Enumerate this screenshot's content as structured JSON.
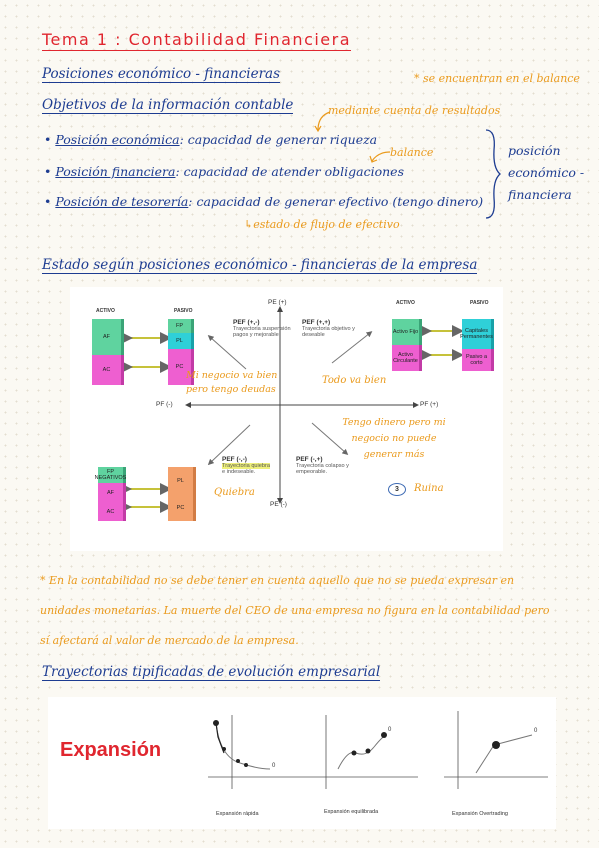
{
  "title": "Tema 1 : Contabilidad Financiera",
  "section1": {
    "heading": "Posiciones económico - financieras",
    "subheading": "Objetivos de la información contable",
    "note_top": "* se encuentran en el balance",
    "note_results": "mediante cuenta de resultados",
    "items": [
      {
        "label": "Posición económica",
        "text": ": capacidad de generar riqueza"
      },
      {
        "label": "Posición financiera",
        "text": ": capacidad de atender obligaciones"
      },
      {
        "label": "Posición de tesorería",
        "text": ": capacidad de generar efectivo (tengo dinero)"
      }
    ],
    "note_balance": "balance",
    "note_flow": "estado de flujo de efectivo",
    "brace_label": "posición económico - financiera"
  },
  "section2": {
    "heading": "Estado según posiciones económico - financieras de la empresa",
    "diagram": {
      "axis_top": "PE (+)",
      "axis_bottom": "PE (-)",
      "axis_left": "PF (-)",
      "axis_right": "PF (+)",
      "q_tl": {
        "title": "PEF (+,-)",
        "desc": "Trayectoria suspensión pagos y mejorable"
      },
      "q_tr": {
        "title": "PEF (+,+)",
        "desc": "Trayectoria objetivo y deseable"
      },
      "q_bl": {
        "title": "PEF (-,-)",
        "desc1": "Trayectoria quiebra",
        "desc2": "e indeseable."
      },
      "q_br": {
        "title": "PEF (-,+)",
        "desc": "Trayectoria colapso y empeorable."
      },
      "badge": "3",
      "tl_balance": {
        "activo": "ACTIVO",
        "pasivo": "PASIVO",
        "af": "AF",
        "ac": "AC",
        "fp": "FP",
        "pl": "PL",
        "pc": "PC"
      },
      "tr_balance": {
        "activo": "ACTIVO",
        "pasivo": "PASIVO",
        "af": "Activo Fijo",
        "ac": "Activo Circulante",
        "cp": "Capitales Permanentes",
        "pc": "Pasivo a corto"
      },
      "bl_balance": {
        "fp": "FP NEGATIVOS",
        "af": "AF",
        "ac": "AC",
        "pl": "PL",
        "pc": "PC"
      },
      "hw_tl": "Mi negocio va bien pero tengo deudas",
      "hw_tr": "Todo va bien",
      "hw_br": "Tengo dinero pero mi negocio no puede generar más",
      "hw_bl": "Quiebra",
      "hw_ruin": "Ruina"
    }
  },
  "note_bottom": "* En la contabilidad no se debe tener en cuenta aquello que no se pueda expresar en unidades monetarias. La muerte del CEO de una empresa no figura en la contabilidad pero sí afectará al valor de mercado de la empresa.",
  "section3": {
    "heading": "Trayectorias tipificadas de evolución empresarial",
    "panel_title": "Expansión",
    "charts": [
      {
        "caption": "Expansión rápida",
        "end_label": "0"
      },
      {
        "caption": "Expansión equilibrada",
        "end_label": "0"
      },
      {
        "caption": "Expansión Overtrading",
        "end_label": "0"
      }
    ]
  }
}
